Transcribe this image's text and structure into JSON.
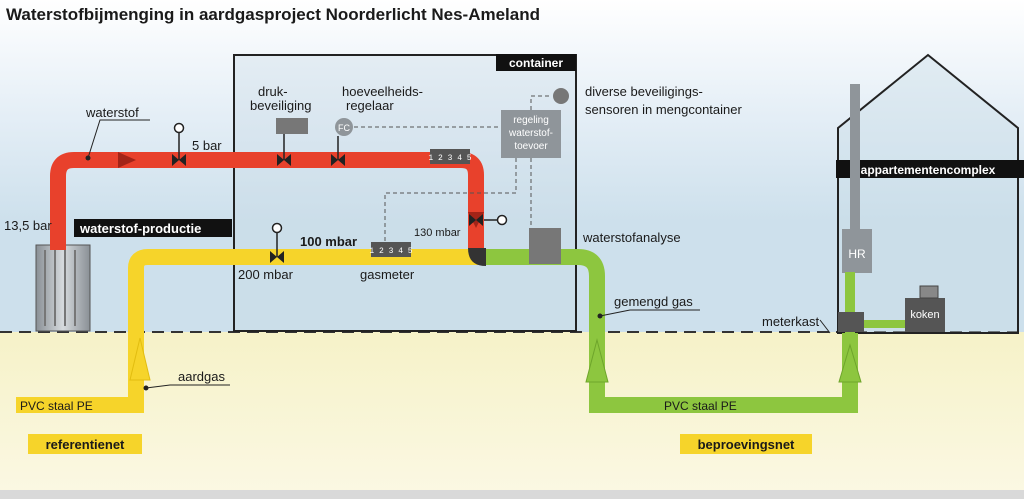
{
  "title": "Waterstofbijmenging in aardgasproject Noorderlicht Nes-Ameland",
  "labels": {
    "container": "container",
    "waterstof": "waterstof",
    "five_bar": "5 bar",
    "druk_line1": "druk-",
    "druk_line2": "beveiliging",
    "hoeveel_line1": "hoeveelheids-",
    "hoeveel_line2": "regelaar",
    "fc": "FC",
    "sensors_line1": "diverse beveiligings-",
    "sensors_line2": "sensoren in mengcontainer",
    "regeling_line1": "regeling",
    "regeling_line2": "waterstof-",
    "regeling_line3": "toevoer",
    "pressure_13_5": "13,5 bar",
    "waterstof_productie": "waterstof-productie",
    "mbar_100": "100 mbar",
    "mbar_200": "200 mbar",
    "mbar_130": "130 mbar",
    "gasmeter": "gasmeter",
    "meter_h2_digits": "1 2 3 4 5",
    "meter_gas_digits": "1 2 3 4 5",
    "waterstofanalyse": "waterstofanalyse",
    "gemengd_gas": "gemengd gas",
    "aardgas": "aardgas",
    "meterkast": "meterkast",
    "appartementencomplex": "appartementencomplex",
    "hr": "HR",
    "koken": "koken",
    "pipe_left": "PVC staal PE",
    "pipe_right": "PVC staal  PE",
    "referentienet": "referentienet",
    "beproevingsnet": "beproevingsnet"
  },
  "colors": {
    "hydrogen": "#e8412c",
    "natural_gas": "#f6d42a",
    "mixed_gas": "#8dc63f",
    "label_bg": "#111111",
    "net_label_bg": "#f6d42a"
  }
}
